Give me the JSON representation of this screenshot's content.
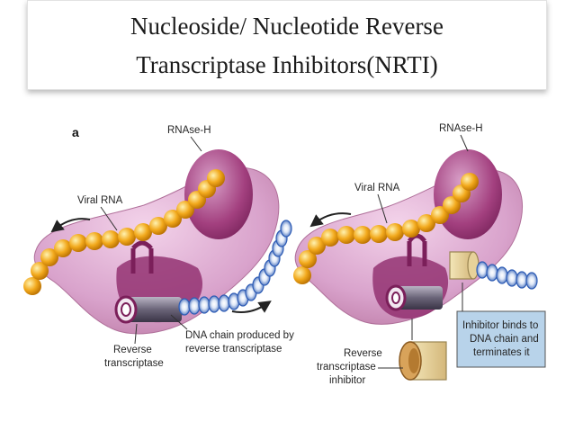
{
  "title": {
    "line1": "Nucleoside/ Nucleotide Reverse",
    "line2": "Transcriptase Inhibitors(NRTI)"
  },
  "panel_a": {
    "panel_tag": "a",
    "rnase_h": "RNAse-H",
    "viral_rna": "Viral RNA",
    "dna_chain_1": "DNA chain produced by",
    "dna_chain_2": "reverse transcriptase",
    "reverse_1": "Reverse",
    "reverse_2": "transcriptase"
  },
  "panel_b": {
    "rnase_h": "RNAse-H",
    "viral_rna": "Viral RNA",
    "rti_1": "Reverse",
    "rti_2": "transcriptase",
    "rti_3": "inhibitor",
    "inhibitor_1": "Inhibitor binds to",
    "inhibitor_2": "DNA chain and",
    "inhibitor_3": "terminates it"
  },
  "colors": {
    "enzyme": "#d9a3cc",
    "enzyme_dark": "#8e2a6b",
    "rna_bead": "#f2a91c",
    "dna_bead": "#2f5db5",
    "callout_box": "#b8d3ea"
  }
}
